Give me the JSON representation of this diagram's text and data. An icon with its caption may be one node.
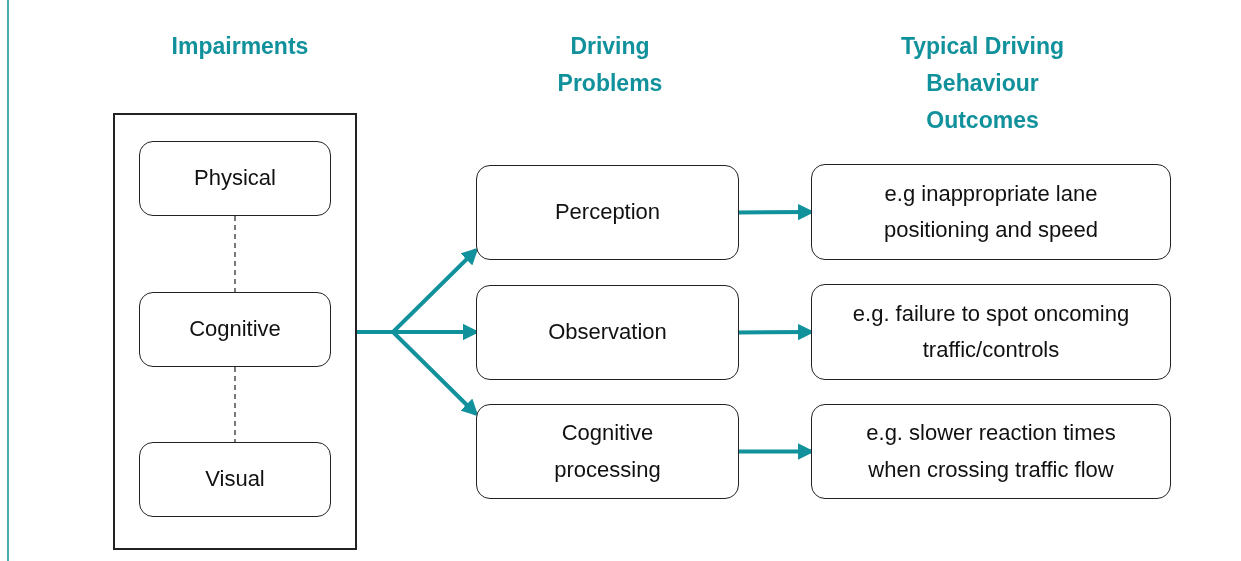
{
  "diagram": {
    "nodes": [
      {
        "text": [],
        "shape": "box"
      },
      {
        "text": [
          "Physical"
        ],
        "in": 0
      },
      {
        "text": [
          "Cognitive"
        ],
        "in": 0
      },
      {
        "text": [
          "Visual"
        ],
        "in": 0
      },
      {
        "text": [
          "Perception"
        ]
      },
      {
        "text": [
          "Observation"
        ]
      },
      {
        "text": [
          "Cognitive processing"
        ]
      },
      {
        "text": [
          "e.g inappropriate lane positioning and speed"
        ]
      },
      {
        "text": [
          "e.g. failure to spot oncoming traffic/controls"
        ]
      },
      {
        "text": [
          "e.g. slower reaction times when crossing traffic flow"
        ]
      }
    ],
    "edges": [
      {
        "from": 1,
        "to": 2,
        "arrow": "none",
        "style": "dashed",
        "color": "#333333"
      },
      {
        "from": 2,
        "to": 3,
        "arrow": "none",
        "style": "dashed",
        "color": "#333333"
      },
      {
        "from": 0,
        "to": 4,
        "arrow": "to"
      },
      {
        "from": 0,
        "to": 5,
        "arrow": "to"
      },
      {
        "from": 0,
        "to": 6,
        "arrow": "to"
      },
      {
        "from": 4,
        "to": 7,
        "arrow": "to"
      },
      {
        "from": 5,
        "to": 8,
        "arrow": "to"
      },
      {
        "from": 6,
        "to": 9,
        "arrow": "to"
      }
    ],
    "labels": [
      "Impairments",
      "Driving Problems",
      "Typical Driving Behaviour Outcomes"
    ]
  }
}
